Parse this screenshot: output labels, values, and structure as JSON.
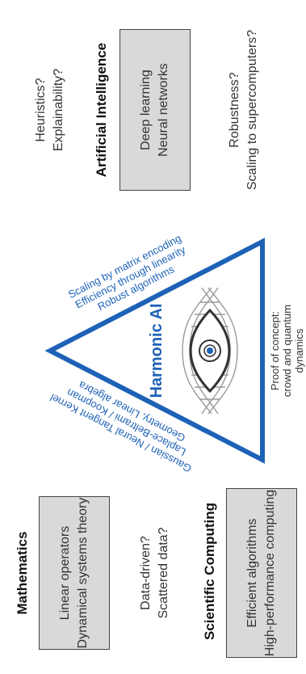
{
  "mathematics": {
    "title": "Mathematics",
    "lines": [
      "Linear operators",
      "Dynamical systems theory"
    ],
    "questions": [
      "Data-driven?",
      "Scattered data?"
    ]
  },
  "scientific_computing": {
    "title": "Scientific Computing",
    "lines": [
      "Efficient algorithms",
      "High-performance computing"
    ],
    "questions": [
      "Robustness?",
      "Scaling to supercomputers?"
    ]
  },
  "artificial_intelligence": {
    "title": "Artificial Intelligence",
    "lines": [
      "Deep learning",
      "Neural networks"
    ],
    "questions": [
      "Heuristics?",
      "Explainability?"
    ]
  },
  "center": {
    "label": "Harmonic AI"
  },
  "triangle_labels": {
    "left_side": [
      "Gaussian / Neural Tangent Kernel",
      "Laplace-Beltrami / Koopman",
      "Geometry, Linear algebra"
    ],
    "right_side": [
      "Robust algorithms",
      "Efficiency through linearity",
      "Scaling by matrix encoding"
    ],
    "bottom_side": [
      "Proof of concept:",
      "crowd and quantum",
      "dynamics"
    ]
  },
  "colors": {
    "accent": "#1e62b8",
    "box_fill": "#d9d9d9",
    "dna": "#9a9a9a"
  }
}
